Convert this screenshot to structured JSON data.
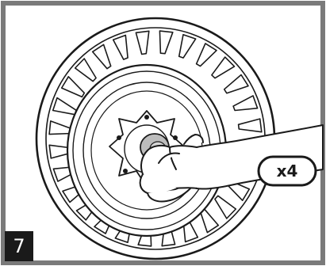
{
  "step": {
    "number": "7"
  },
  "callout": {
    "quantity": "x4"
  },
  "colors": {
    "line": "#1a1a1a",
    "frame": "#7a7a7a",
    "hub_cap": "#bdbdbd",
    "badge_bg": "#1a1a1a",
    "badge_text": "#ffffff"
  },
  "icons": [
    "wheel-tire-illustration",
    "lug-nut-icon",
    "hand-icon",
    "x4-callout-bubble"
  ]
}
